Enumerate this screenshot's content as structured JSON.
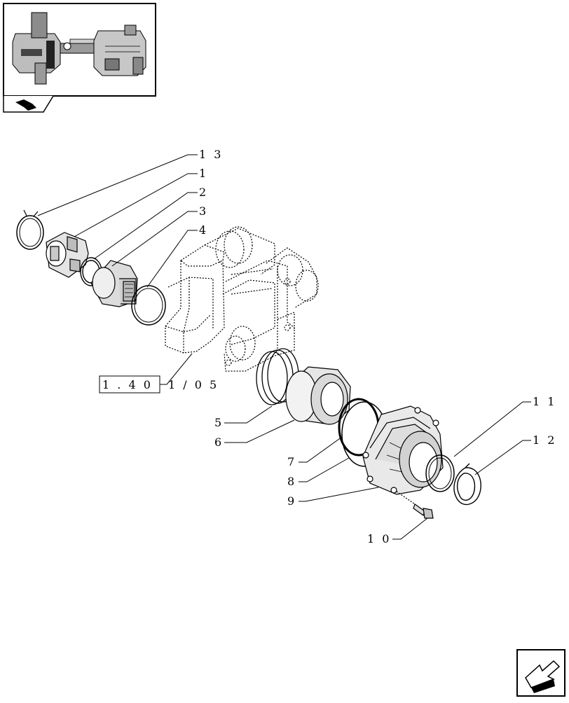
{
  "thumbnail": {
    "icon": "axle-assembly-thumbnail"
  },
  "section_icon": "parts-book-icon",
  "reference": {
    "text": "1 . 4 0 1 / 0 5",
    "box": "1 . 4 0",
    "tail": "1 / 0 5"
  },
  "callouts": [
    {
      "id": "13",
      "label": "1 3"
    },
    {
      "id": "1",
      "label": "1"
    },
    {
      "id": "2",
      "label": "2"
    },
    {
      "id": "3",
      "label": "3"
    },
    {
      "id": "4",
      "label": "4"
    },
    {
      "id": "5",
      "label": "5"
    },
    {
      "id": "6",
      "label": "6"
    },
    {
      "id": "7",
      "label": "7"
    },
    {
      "id": "8",
      "label": "8"
    },
    {
      "id": "9",
      "label": "9"
    },
    {
      "id": "10",
      "label": "1 0"
    },
    {
      "id": "11",
      "label": "1 1"
    },
    {
      "id": "12",
      "label": "1 2"
    }
  ],
  "nav": {
    "icon": "next-page-arrow-icon"
  }
}
